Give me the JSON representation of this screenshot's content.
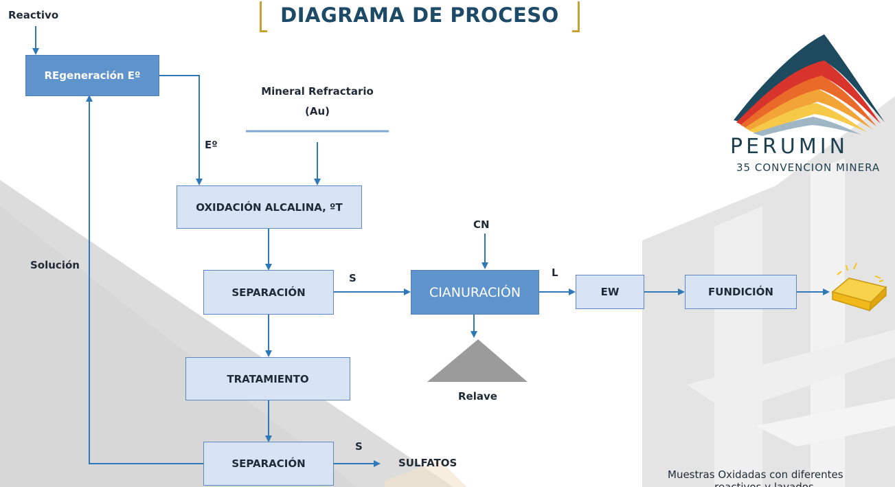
{
  "title": "DIAGRAMA DE PROCESO",
  "brand": {
    "name": "PERUMIN",
    "subtitle": "35 CONVENCION MINERA"
  },
  "colors": {
    "box_fill": "#d8e3f4",
    "box_dark_fill": "#5f93cc",
    "arrow": "#2f78b8",
    "title": "#1d4a66",
    "bracket": "#c9a033",
    "gold": "#f5c518"
  },
  "nodes": {
    "regeneracion": "REgeneración Eº",
    "oxidacion": "OXIDACIÓN ALCALINA, ºT",
    "separacion_1": "SEPARACIÓN",
    "tratamiento": "TRATAMIENTO",
    "separacion_2": "SEPARACIÓN",
    "cianuracion": "CIANURACIÓN",
    "ew": "EW",
    "fundicion": "FUNDICIÓN"
  },
  "labels": {
    "reactivo": "Reactivo",
    "mineral_line1": "Mineral Refractario",
    "mineral_line2": "(Au)",
    "e_grado": "Eº",
    "cn": "CN",
    "solucion": "Solución",
    "s_top": "S",
    "l": "L",
    "s_bottom": "S",
    "sulfatos": "SULFATOS",
    "relave": "Relave"
  },
  "footnote": {
    "line1": "Muestras Oxidadas con diferentes",
    "line2": "reactivos y lavados"
  }
}
